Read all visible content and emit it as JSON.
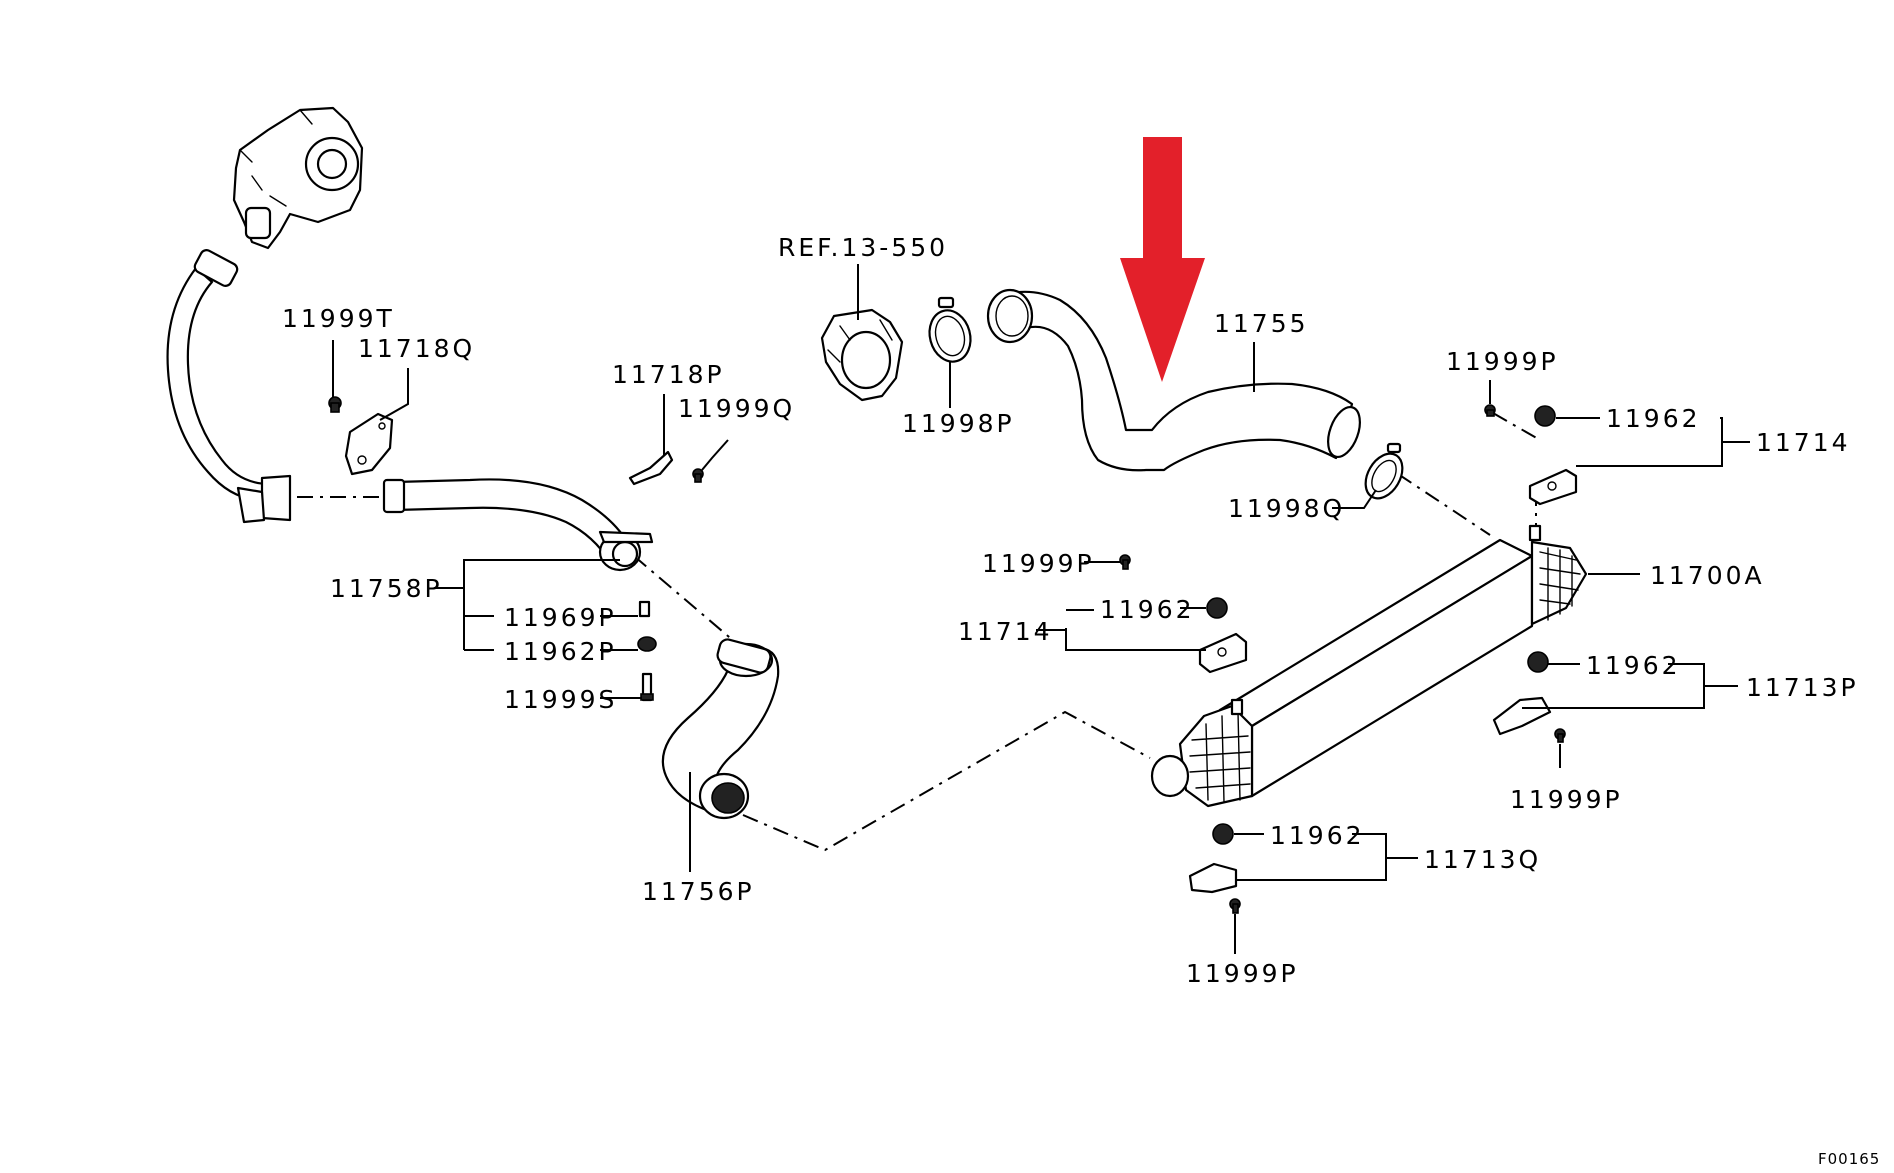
{
  "labels": {
    "p11999T": "11999T",
    "p11718Q": "11718Q",
    "p11718P": "11718P",
    "p11999Q": "11999Q",
    "p11758P": "11758P",
    "p11969P": "11969P",
    "p11962P": "11962P",
    "p11999S": "11999S",
    "p11756P": "11756P",
    "ref13550": "REF.13-550",
    "p11998P": "11998P",
    "p11755": "11755",
    "p11998Q": "11998Q",
    "p11999P_top": "11999P",
    "p11962_top": "11962",
    "p11714_right": "11714",
    "p11999P_mid": "11999P",
    "p11714_left": "11714",
    "p11962_mid": "11962",
    "p11700A": "11700A",
    "p11962_right": "11962",
    "p11713P": "11713P",
    "p11999P_right": "11999P",
    "p11962_bottom": "11962",
    "p11713Q": "11713Q",
    "p11999P_bottom": "11999P",
    "figure_code": "F00165"
  },
  "colors": {
    "line": "#000000",
    "background": "#ffffff",
    "highlight_arrow": "#e3202a"
  },
  "highlight": {
    "target_part": "11755",
    "icon": "arrow-down-icon"
  }
}
